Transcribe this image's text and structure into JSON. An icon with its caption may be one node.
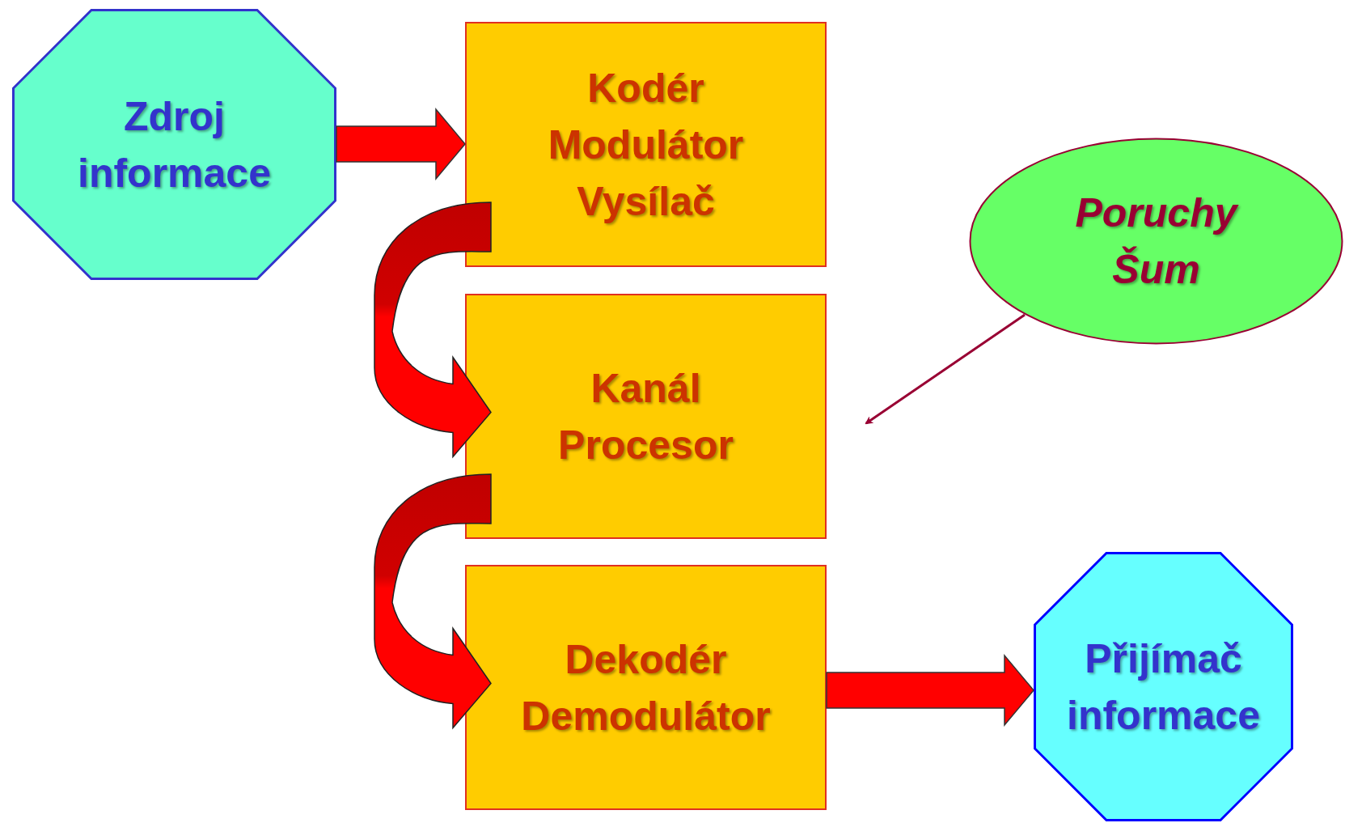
{
  "diagram": {
    "nodes": [
      {
        "text": [
          "Zdroj informace"
        ]
      },
      {
        "text": [
          "Kodér",
          "Modulátor",
          "Vysílač"
        ]
      },
      {
        "text": [
          "Kanál",
          "Procesor"
        ]
      },
      {
        "text": [
          "Dekodér",
          "Demodulátor"
        ]
      },
      {
        "text": [
          "Poruchy",
          "Šum"
        ]
      },
      {
        "text": [
          "Přijímač informace"
        ]
      }
    ],
    "edges": [
      {
        "from": 0,
        "to": 1,
        "arrow": "to"
      },
      {
        "from": 1,
        "to": 2,
        "arrow": "to"
      },
      {
        "from": 2,
        "to": 3,
        "arrow": "to"
      },
      {
        "from": 3,
        "to": 5,
        "arrow": "to"
      },
      {
        "from": 4,
        "to": null,
        "arrow": "to",
        "color": "#990033"
      }
    ]
  }
}
